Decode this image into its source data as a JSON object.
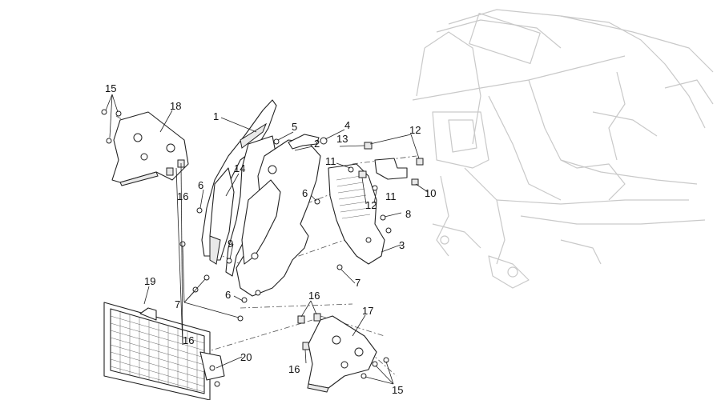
{
  "diagram": {
    "callouts": {
      "c1": "1",
      "c2": "2",
      "c3": "3",
      "c4": "4",
      "c5": "5",
      "c6a": "6",
      "c6b": "6",
      "c6c": "6",
      "c7a": "7",
      "c7b": "7",
      "c8": "8",
      "c9": "9",
      "c10": "10",
      "c11a": "11",
      "c11b": "11",
      "c12a": "12",
      "c12b": "12",
      "c13": "13",
      "c14": "14",
      "c15a": "15",
      "c15b": "15",
      "c16a": "16",
      "c16b": "16",
      "c16c": "16",
      "c16d": "16",
      "c17": "17",
      "c18": "18",
      "c19": "19",
      "c20": "20"
    }
  }
}
